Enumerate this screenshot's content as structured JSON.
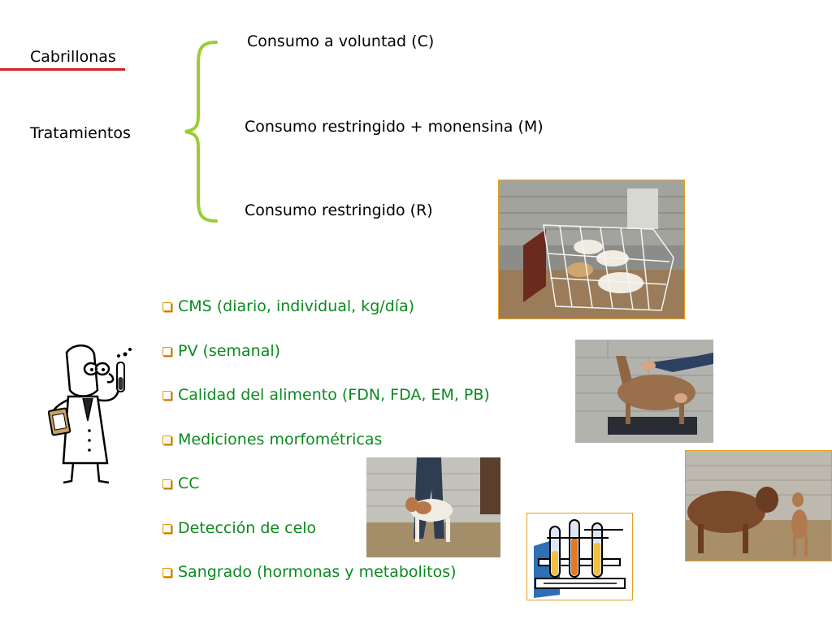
{
  "left_labels": {
    "title": "Cabrillonas",
    "subtitle": "Tratamientos"
  },
  "treatments": [
    {
      "label": "Consumo a voluntad (C)"
    },
    {
      "label": "Consumo restringido + monensina (M)"
    },
    {
      "label": "Consumo restringido (R)"
    }
  ],
  "measurements": [
    {
      "label": "CMS (diario, individual, kg/día)"
    },
    {
      "label": "PV (semanal)"
    },
    {
      "label": "Calidad del alimento (FDN, FDA, EM, PB)"
    },
    {
      "label": "Mediciones morfométricas"
    },
    {
      "label": "CC"
    },
    {
      "label": "Detección de celo"
    },
    {
      "label": "Sangrado (hormonas y metabolitos)"
    }
  ],
  "colors": {
    "accent_line": "#d42020",
    "brace": "#9acd32",
    "bullet_text": "#0a8a1f",
    "bullet_box": "#e39b10"
  },
  "images": {
    "scientist": "scientist-clipart",
    "photo1": "goats-in-pen-photo",
    "photo2": "goat-weighing-photo",
    "photo3": "goat-measuring-photo",
    "photo4": "goats-pair-photo",
    "lab": "test-tubes-clipart"
  }
}
